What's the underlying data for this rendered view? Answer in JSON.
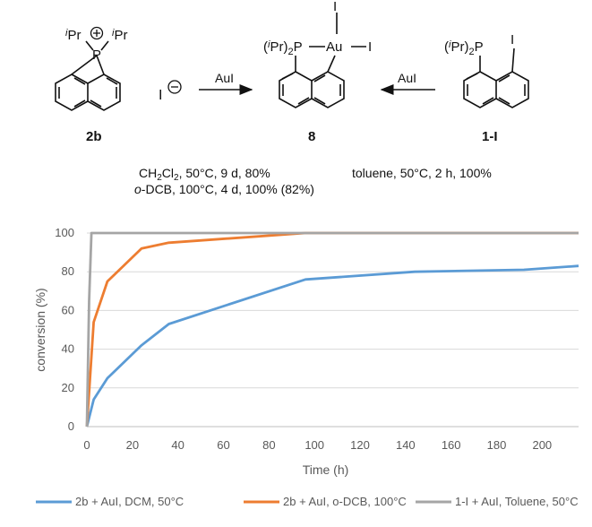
{
  "scheme": {
    "compound_2b": {
      "label": "2b",
      "ipr_left": "Pr",
      "ipr_right": "Pr",
      "ipr_prefix": "i",
      "phosphorus": "P",
      "counterion": "I"
    },
    "compound_8": {
      "label": "8",
      "phosphine_group": "(iPr)2P",
      "metal": "Au",
      "iodide_top": "I",
      "iodide_right": "I"
    },
    "compound_1i": {
      "label": "1-I",
      "phosphine_group": "(iPr)2P",
      "iodide": "I"
    },
    "arrow_left_reagent": "AuI",
    "arrow_right_reagent": "AuI",
    "conditions_left_line1": "CH2Cl2, 50°C,  9 d, 80%",
    "conditions_left_line2": "o-DCB, 100°C, 4 d, 100% (82%)",
    "conditions_right": "toluene, 50°C, 2 h, 100%"
  },
  "chart_data": {
    "type": "line",
    "xlabel": "Time (h)",
    "ylabel": "conversion (%)",
    "xlim": [
      0,
      216
    ],
    "ylim": [
      0,
      100
    ],
    "xticks": [
      0,
      20,
      40,
      60,
      80,
      100,
      120,
      140,
      160,
      180,
      200
    ],
    "yticks": [
      0,
      20,
      40,
      60,
      80,
      100
    ],
    "grid": true,
    "legend_position": "bottom",
    "series": [
      {
        "name": "2b + AuI, DCM, 50°C",
        "color": "#5B9BD5",
        "points": [
          [
            0,
            0
          ],
          [
            3,
            14
          ],
          [
            9,
            25
          ],
          [
            24,
            42
          ],
          [
            36,
            53
          ],
          [
            96,
            76
          ],
          [
            144,
            80
          ],
          [
            192,
            81
          ],
          [
            216,
            83
          ]
        ]
      },
      {
        "name": "2b + AuI, o-DCB, 100°C",
        "color": "#ED7D31",
        "points": [
          [
            0,
            0
          ],
          [
            3,
            54
          ],
          [
            9,
            75
          ],
          [
            24,
            92
          ],
          [
            36,
            95
          ],
          [
            96,
            100
          ],
          [
            216,
            100
          ]
        ]
      },
      {
        "name": "1-I + AuI, Toluene, 50°C",
        "color": "#A5A5A5",
        "points": [
          [
            0,
            0
          ],
          [
            1,
            65
          ],
          [
            2,
            100
          ],
          [
            216,
            100
          ]
        ]
      }
    ]
  }
}
